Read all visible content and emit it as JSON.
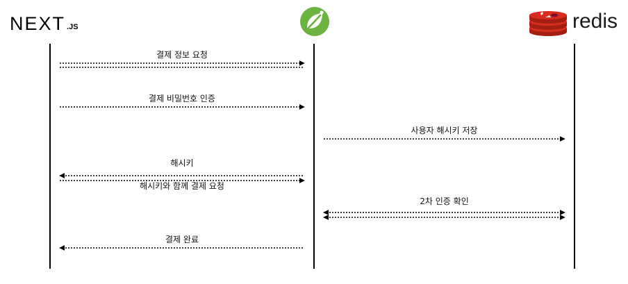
{
  "participants": {
    "client": {
      "logo_main": "NEXT",
      "logo_sub": ".JS",
      "icon": "nextjs-logo"
    },
    "server": {
      "icon": "spring-leaf-logo",
      "color": "#6db33f"
    },
    "store": {
      "logo_text": "redis",
      "icon": "redis-cube-logo",
      "color": "#d82c20"
    }
  },
  "messages": [
    {
      "label": "결제 정보 요청",
      "from": "client",
      "to": "server",
      "style": "request-response"
    },
    {
      "label": "결제 비밀번호 인증",
      "from": "client",
      "to": "server",
      "style": "request"
    },
    {
      "label": "사용자 해시키 저장",
      "from": "server",
      "to": "store",
      "style": "request"
    },
    {
      "label": "해시키",
      "from": "server",
      "to": "client",
      "style": "response"
    },
    {
      "label": "해시키와 함께 결제 요청",
      "from": "client",
      "to": "server",
      "style": "request"
    },
    {
      "label": "2차 인증 확인",
      "from": "server",
      "to": "store",
      "style": "bidirectional"
    },
    {
      "label": "결제 완료",
      "from": "server",
      "to": "client",
      "style": "response"
    }
  ]
}
